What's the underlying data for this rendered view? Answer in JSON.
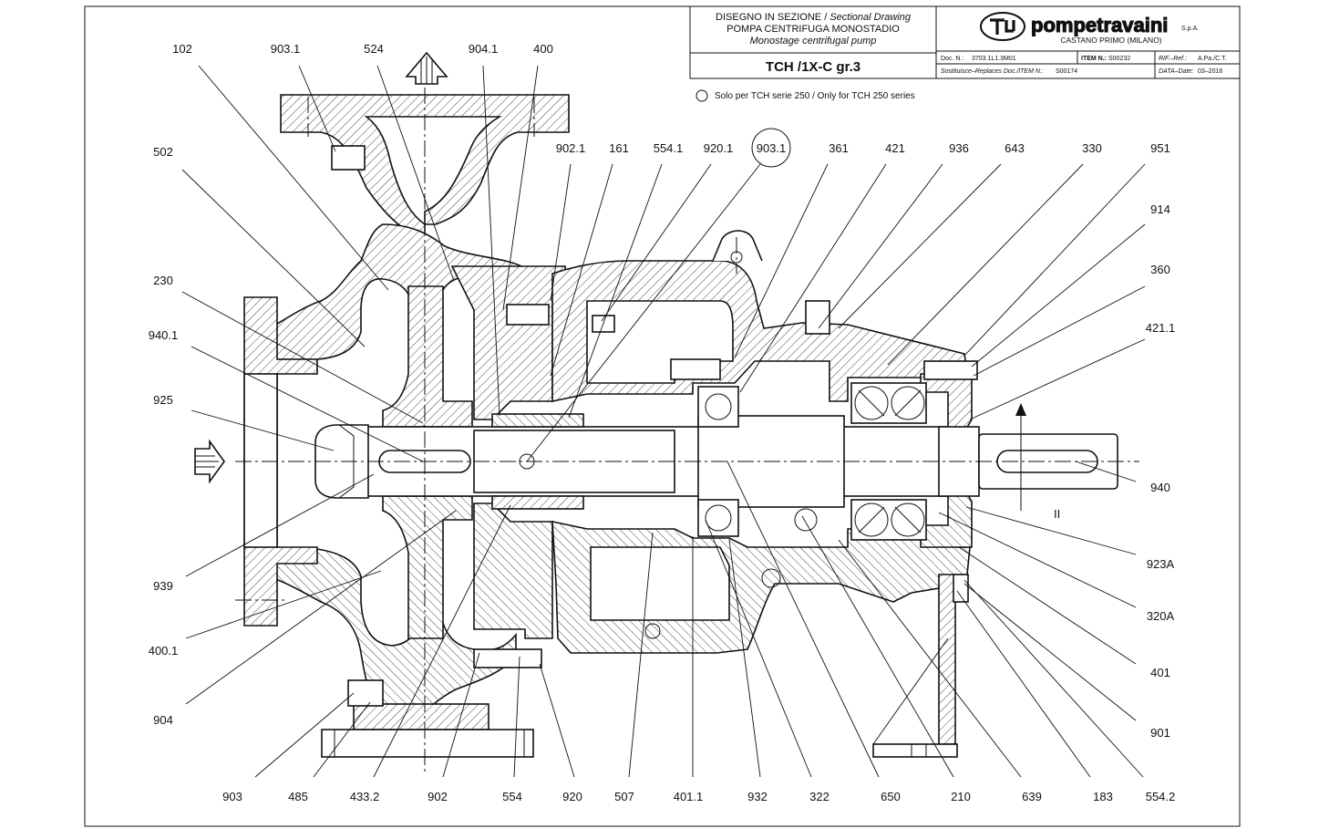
{
  "title_block": {
    "line1_main": "DISEGNO IN SEZIONE / ",
    "line1_italic": "Sectional Drawing",
    "line2": "POMPA CENTRIFUGA MONOSTADIO",
    "line3_italic": "Monostage centrifugal pump",
    "model": "TCH /1X-C gr.3",
    "company_name": "pompetravaini",
    "company_suffix": "S.p.A.",
    "company_city": "CASTANO PRIMO (MILANO)",
    "doc_label": "Doc. N.:",
    "doc_value": "3703.1L1.3M01",
    "item_label": "ITEM N.:",
    "item_value": "S00232",
    "ref_label": "RIF.–Ref.:",
    "ref_value": "A.Pa./C.T.",
    "replaces_label": "Sostituisce–Replaces Doc./ITEM N.:",
    "replaces_value": "S00174",
    "date_label": "DATA–Date:",
    "date_value": "03–2016"
  },
  "note": "Solo per TCH serie 250 / Only for TCH 250 series",
  "shaft_rotation_mark": "II",
  "callouts": {
    "top": [
      "102",
      "903.1",
      "524",
      "904.1",
      "400"
    ],
    "upper_row": [
      "902.1",
      "161",
      "554.1",
      "920.1",
      "903.1",
      "361",
      "421",
      "936",
      "643",
      "330",
      "951"
    ],
    "left": [
      "502",
      "230",
      "940.1",
      "925",
      "939",
      "400.1",
      "904"
    ],
    "right": [
      "914",
      "360",
      "421.1",
      "940",
      "923A",
      "320A",
      "401",
      "901"
    ],
    "bottom": [
      "903",
      "485",
      "433.2",
      "902",
      "554",
      "920",
      "507",
      "401.1",
      "932",
      "322",
      "650",
      "210",
      "639",
      "183",
      "554.2"
    ]
  },
  "circled_callout": "903.1"
}
